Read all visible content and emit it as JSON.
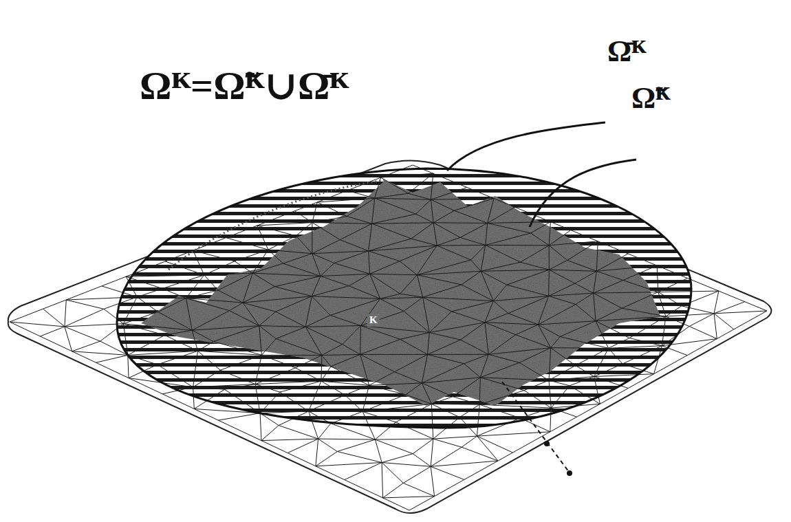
{
  "diagram": {
    "labels": [
      "Ωᴷ=Ω̃ᴷ∪Ω̄ᴷ",
      "Ω̄ᴷ",
      "Ω̃ᴷ",
      "K"
    ]
  }
}
